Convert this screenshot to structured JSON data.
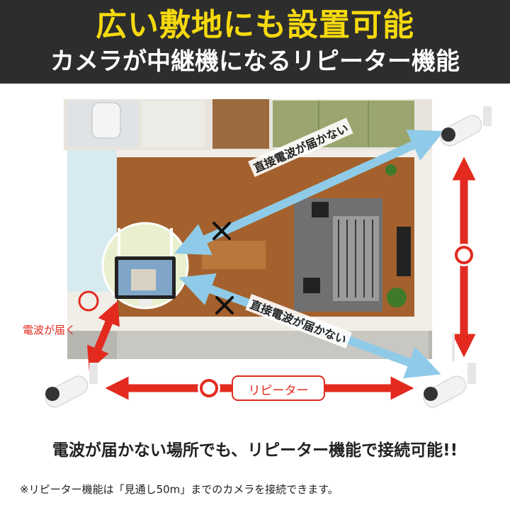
{
  "header": {
    "title": "広い敷地にも設置可能",
    "subtitle": "カメラが中継機になるリピーター機能"
  },
  "labels": {
    "no_signal_top": "直接電波が届かない",
    "no_signal_bottom": "直接電波が届かない",
    "signal_reaches": "電波が届く",
    "repeater": "リピーター"
  },
  "footer": {
    "headline": "電波が届かない場所でも、リピーター機能で接続可能!!",
    "note": "※リピーター機能は「見通し50m」までのカメラを接続できます。"
  },
  "colors": {
    "banner_bg": "#2d2d2d",
    "title_yellow": "#f5d90e",
    "arrow_red": "#e32a1f",
    "arrow_blue": "#8fcbe8"
  },
  "icons": [
    "camera-icon",
    "monitor-icon",
    "cross-mark-icon",
    "circle-mark-icon"
  ]
}
